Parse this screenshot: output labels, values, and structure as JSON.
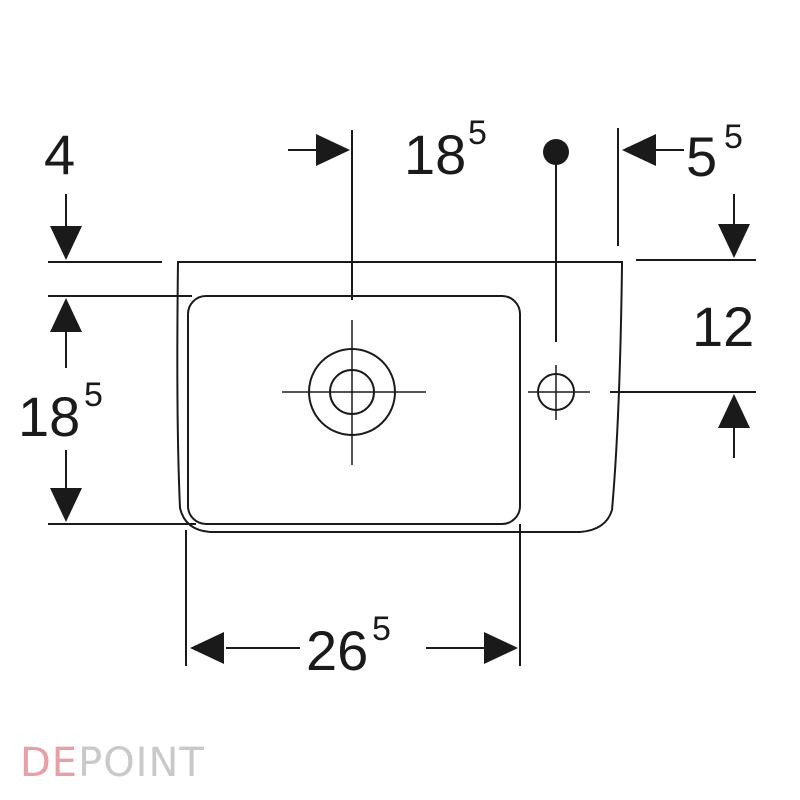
{
  "dimensions": {
    "top_left_depth": "4",
    "drain_offset_main": "18",
    "drain_offset_sup": "5",
    "right_margin_main": "5",
    "right_margin_sup": "5",
    "tap_height": "12",
    "bowl_depth_main": "18",
    "bowl_depth_sup": "5",
    "bowl_width_main": "26",
    "bowl_width_sup": "5"
  },
  "logo": {
    "part1": "DE",
    "part2": "POINT",
    "color_primary": "#e8a0a6",
    "color_secondary": "#c9c9c9"
  },
  "colors": {
    "line": "#1a1a1a"
  }
}
